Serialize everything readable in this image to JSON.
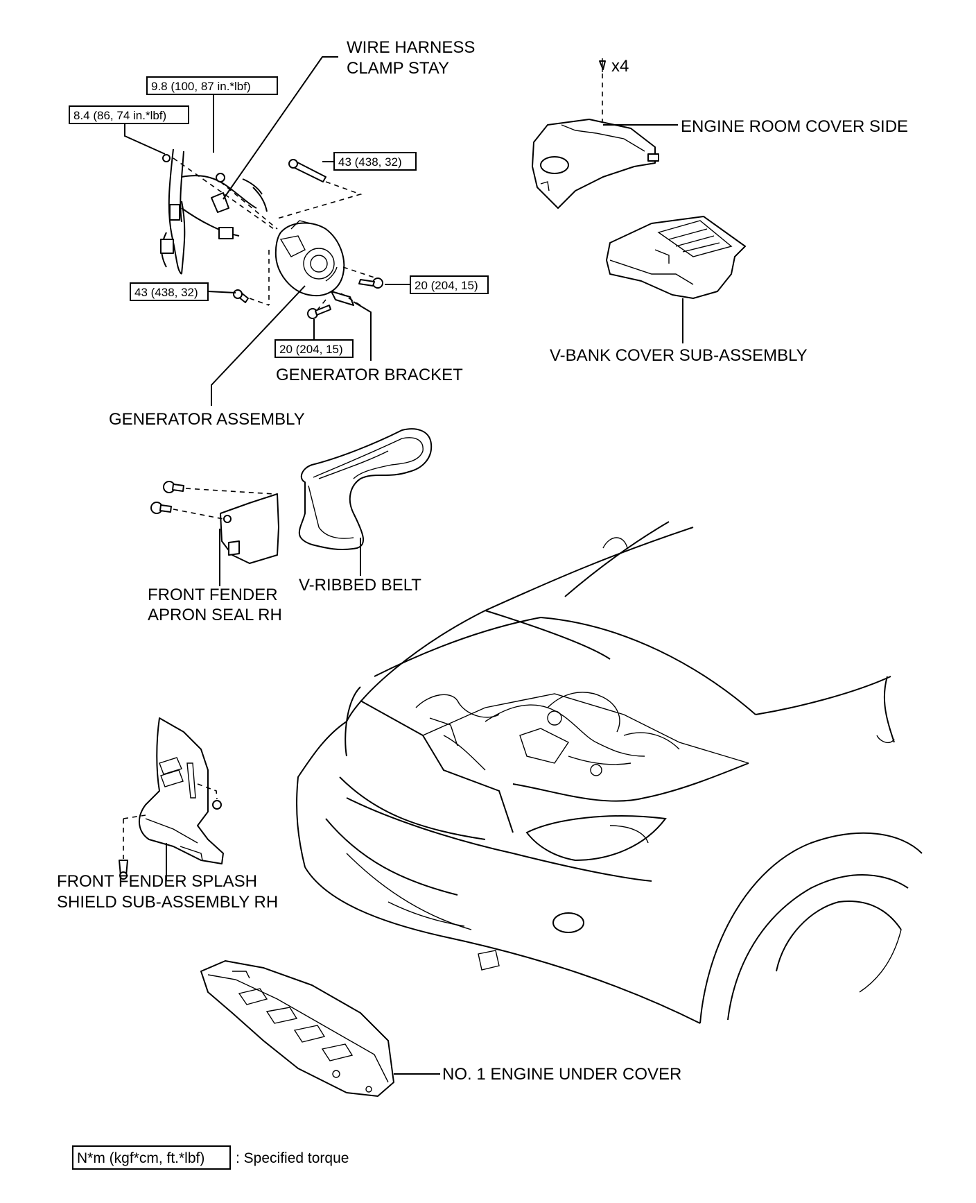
{
  "labels": {
    "wire_harness_clamp_stay_1": "WIRE HARNESS",
    "wire_harness_clamp_stay_2": "CLAMP STAY",
    "engine_room_cover_side": "ENGINE ROOM COVER SIDE",
    "v_bank_cover": "V-BANK COVER SUB-ASSEMBLY",
    "generator_bracket": "GENERATOR BRACKET",
    "generator_assembly": "GENERATOR ASSEMBLY",
    "front_fender_apron_seal_1": "FRONT FENDER",
    "front_fender_apron_seal_2": "APRON SEAL RH",
    "v_ribbed_belt": "V-RIBBED BELT",
    "front_fender_splash_shield_1": "FRONT FENDER SPLASH",
    "front_fender_splash_shield_2": "SHIELD SUB-ASSEMBLY RH",
    "engine_under_cover": "NO. 1 ENGINE UNDER COVER",
    "clip_count": "x4"
  },
  "torques": {
    "t1": "9.8 (100, 87 in.*lbf)",
    "t2": "8.4 (86, 74 in.*lbf)",
    "t3": "43 (438, 32)",
    "t4": "43 (438, 32)",
    "t5": "20 (204, 15)",
    "t6": "20 (204, 15)"
  },
  "legend": {
    "unit_box": "N*m (kgf*cm, ft.*lbf)",
    "description": ": Specified torque"
  }
}
